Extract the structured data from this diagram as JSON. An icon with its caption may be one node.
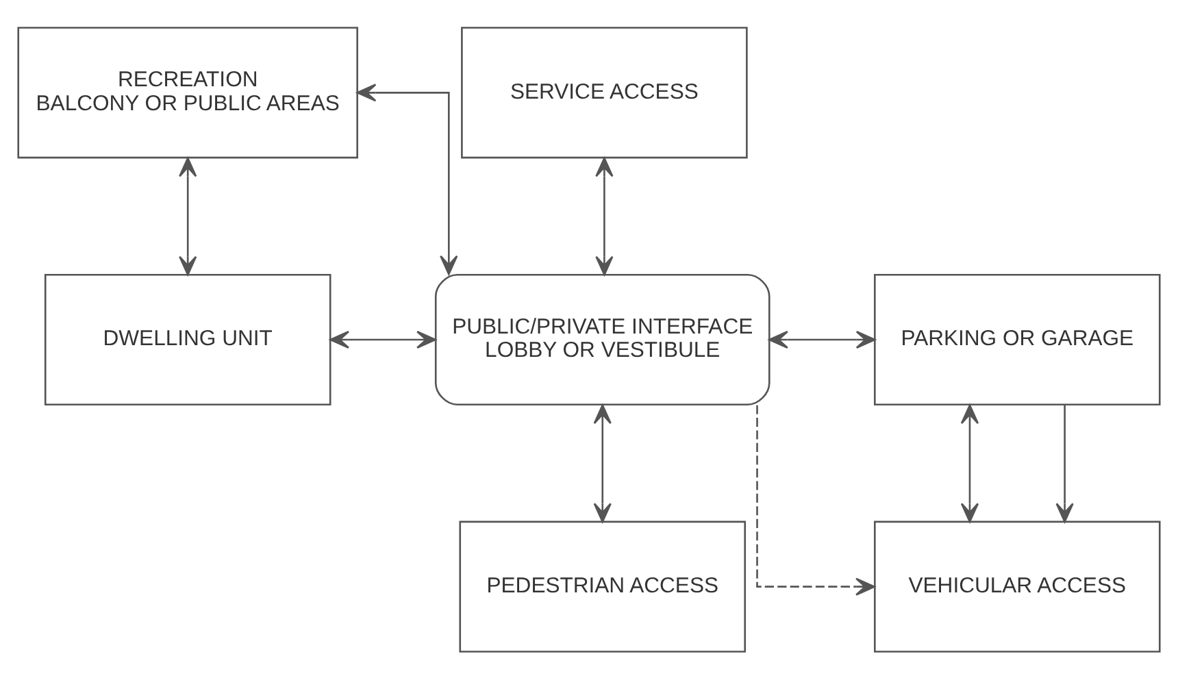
{
  "diagram": {
    "nodes": [
      {
        "text": [
          "RECREATION",
          "BALCONY OR PUBLIC AREAS"
        ]
      },
      {
        "text": [
          "SERVICE ACCESS"
        ]
      },
      {
        "text": [
          "DWELLING UNIT"
        ]
      },
      {
        "text": [
          "PUBLIC/PRIVATE INTERFACE",
          "LOBBY OR VESTIBULE"
        ]
      },
      {
        "text": [
          "PARKING OR GARAGE"
        ]
      },
      {
        "text": [
          "PEDESTRIAN ACCESS"
        ]
      },
      {
        "text": [
          "VEHICULAR ACCESS"
        ]
      }
    ],
    "edges": [
      {
        "from": 0,
        "to": 2,
        "arrow": "both"
      },
      {
        "from": 0,
        "to": 3,
        "arrow": "both"
      },
      {
        "from": 1,
        "to": 3,
        "arrow": "both"
      },
      {
        "from": 2,
        "to": 3,
        "arrow": "both"
      },
      {
        "from": 3,
        "to": 4,
        "arrow": "both"
      },
      {
        "from": 3,
        "to": 5,
        "arrow": "both"
      },
      {
        "from": 3,
        "to": 6,
        "arrow": "to",
        "style": "dashed"
      },
      {
        "from": 4,
        "to": 6,
        "arrow": "both"
      },
      {
        "from": 4,
        "to": 6,
        "arrow": "to"
      }
    ]
  }
}
